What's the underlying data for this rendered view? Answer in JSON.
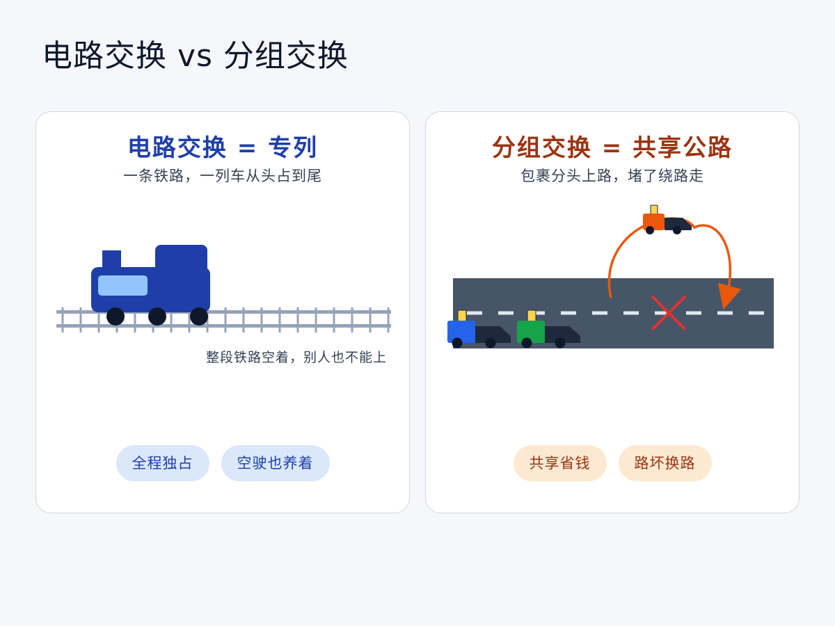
{
  "page": {
    "title": "电路交换 vs 分组交换"
  },
  "circuit": {
    "title": "电路交换 = 专列",
    "subtitle": "一条铁路，一列车从头占到尾",
    "note": "整段铁路空着，别人也不能上",
    "tags": [
      "全程独占",
      "空驶也养着"
    ]
  },
  "packet": {
    "title": "分组交换 = 共享公路",
    "subtitle": "包裹分头上路，堵了绕路走",
    "tags": [
      "共享省钱",
      "路坏换路"
    ]
  },
  "colors": {
    "circuit_accent": "#1e3fa8",
    "packet_accent": "#9a3412",
    "detour_arrow": "#e8590c",
    "block_mark": "#e03131",
    "road": "#475569",
    "truck_blue": "#2563eb",
    "truck_green": "#16a34a",
    "truck_orange": "#ea580c"
  },
  "icons": [
    "train-icon",
    "railway-track-icon",
    "road-icon",
    "truck-icon",
    "detour-arrow-icon",
    "blocked-x-icon"
  ]
}
